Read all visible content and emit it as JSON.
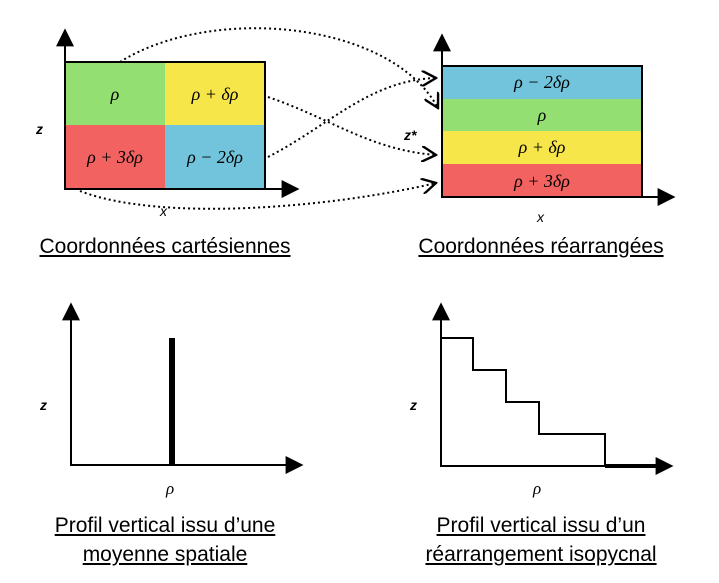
{
  "colors": {
    "green": "#93df72",
    "yellow": "#f7e64a",
    "red": "#f26261",
    "blue": "#72c4dd",
    "line": "#000000"
  },
  "cartesian": {
    "cells": {
      "top_left": "ρ",
      "top_right": "ρ + δρ",
      "bottom_left": "ρ + 3δρ",
      "bottom_right": "ρ − 2δρ"
    },
    "z_label": "z",
    "x_label": "x",
    "caption": "Coordonnées cartésiennes"
  },
  "rearranged": {
    "layers": [
      "ρ − 2δρ",
      "ρ",
      "ρ + δρ",
      "ρ + 3δρ"
    ],
    "z_label": "z*",
    "x_label": "x",
    "caption": "Coordonnées réarrangées"
  },
  "mean_profile": {
    "z_label": "z",
    "x_label": "ρ",
    "caption_line1": "Profil vertical issu d’une",
    "caption_line2": "moyenne spatiale"
  },
  "isopycnal_profile": {
    "z_label": "z",
    "x_label": "ρ",
    "caption_line1": "Profil vertical issu d’un",
    "caption_line2": "réarrangement isopycnal"
  }
}
